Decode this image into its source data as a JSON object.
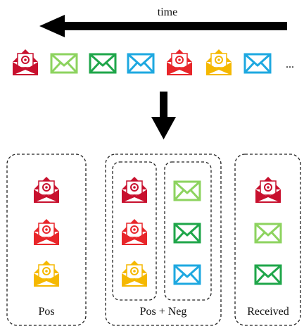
{
  "labels": {
    "time": "time",
    "ellipsis": "...",
    "pos": "Pos",
    "pos_neg": "Pos + Neg",
    "received": "Received"
  },
  "colors": {
    "red_dark": "#c8102e",
    "red": "#e8262a",
    "yellow": "#f5b800",
    "light_green": "#8dd35f",
    "green": "#1fa64a",
    "blue": "#1ea8e0"
  },
  "timeline": [
    {
      "type": "open-envelope-icon",
      "color": "red_dark"
    },
    {
      "type": "closed-envelope-icon",
      "color": "light_green"
    },
    {
      "type": "closed-envelope-icon",
      "color": "green"
    },
    {
      "type": "closed-envelope-icon",
      "color": "blue"
    },
    {
      "type": "open-envelope-icon",
      "color": "red"
    },
    {
      "type": "open-envelope-icon",
      "color": "yellow"
    },
    {
      "type": "closed-envelope-icon",
      "color": "blue"
    }
  ],
  "groups": {
    "pos": [
      {
        "type": "open-envelope-icon",
        "color": "red_dark"
      },
      {
        "type": "open-envelope-icon",
        "color": "red"
      },
      {
        "type": "open-envelope-icon",
        "color": "yellow"
      }
    ],
    "pos_neg_left": [
      {
        "type": "open-envelope-icon",
        "color": "red_dark"
      },
      {
        "type": "open-envelope-icon",
        "color": "red"
      },
      {
        "type": "open-envelope-icon",
        "color": "yellow"
      }
    ],
    "pos_neg_right": [
      {
        "type": "closed-envelope-icon",
        "color": "light_green"
      },
      {
        "type": "closed-envelope-icon",
        "color": "green"
      },
      {
        "type": "closed-envelope-icon",
        "color": "blue"
      }
    ],
    "received": [
      {
        "type": "open-envelope-icon",
        "color": "red_dark"
      },
      {
        "type": "closed-envelope-icon",
        "color": "light_green"
      },
      {
        "type": "closed-envelope-icon",
        "color": "green"
      }
    ]
  }
}
